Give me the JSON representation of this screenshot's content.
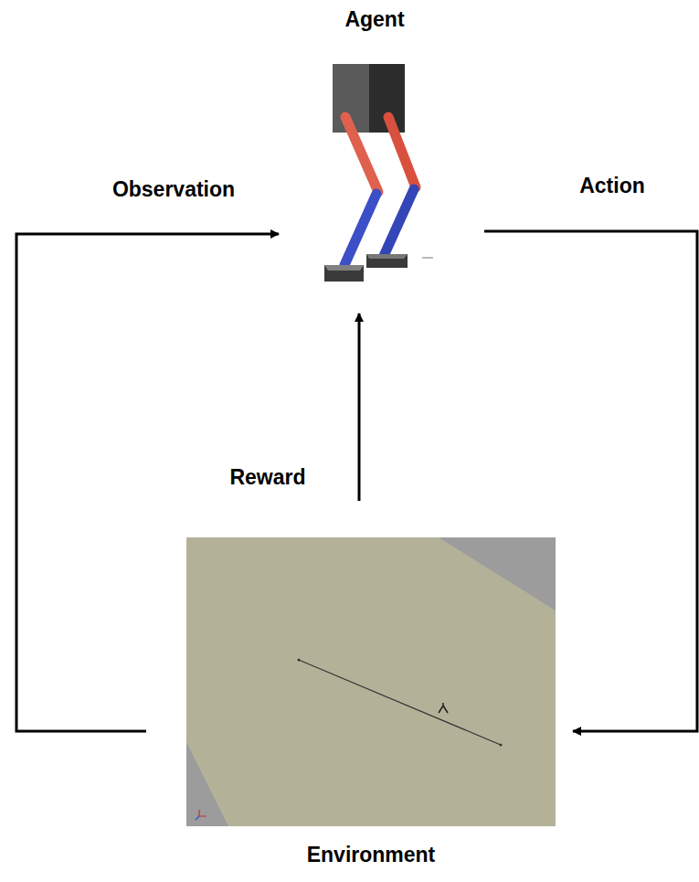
{
  "diagram": {
    "nodes": [
      {
        "text": [
          "Agent"
        ]
      },
      {
        "text": [
          "Environment"
        ]
      }
    ],
    "edges": [
      {
        "from": 1,
        "to": 0,
        "label": "Observation",
        "arrow": "to"
      },
      {
        "from": 0,
        "to": 1,
        "label": "Action",
        "arrow": "to"
      },
      {
        "from": 1,
        "to": 0,
        "label": "Reward",
        "arrow": "to"
      }
    ]
  }
}
